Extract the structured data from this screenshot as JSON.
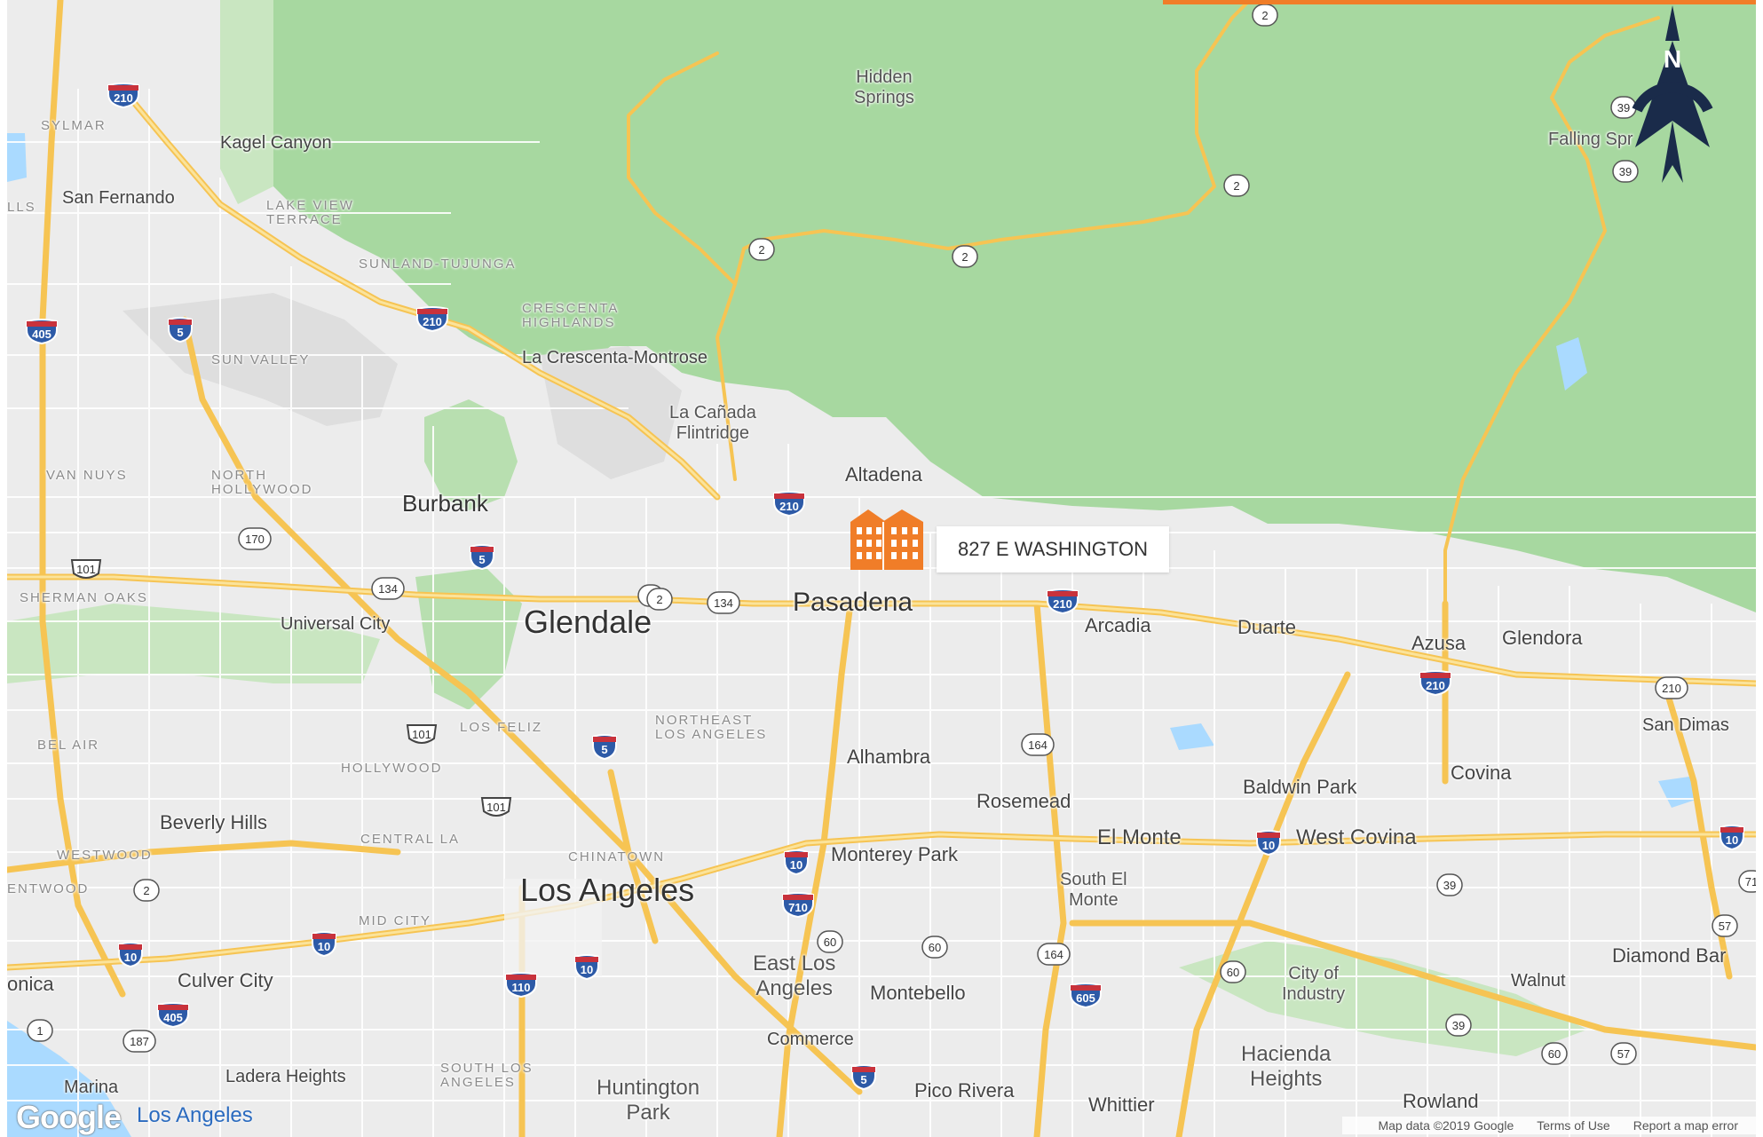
{
  "map": {
    "marker": {
      "label": "827 E WASHINGTON",
      "icon": "building-marker-icon",
      "color": "#f07d28"
    },
    "compass": {
      "letter": "N",
      "icon": "north-arrow-icon",
      "color": "#1a2b4a"
    },
    "attribution": {
      "logo": "Google",
      "map_data": "Map data ©2019 Google",
      "terms": "Terms of Use",
      "report": "Report a map error"
    },
    "colors": {
      "terrain": "#a7d8a0",
      "road": "#f9d46b",
      "base": "#ececec",
      "water": "#aadaff",
      "accent": "#f07d28"
    },
    "cities": [
      {
        "name": "Pasadena"
      },
      {
        "name": "Glendale"
      },
      {
        "name": "Los Angeles"
      },
      {
        "name": "Burbank"
      },
      {
        "name": "Altadena"
      },
      {
        "name": "Arcadia"
      },
      {
        "name": "Duarte"
      },
      {
        "name": "Azusa"
      },
      {
        "name": "Glendora"
      },
      {
        "name": "San Dimas"
      },
      {
        "name": "Covina"
      },
      {
        "name": "Baldwin Park"
      },
      {
        "name": "West Covina"
      },
      {
        "name": "El Monte"
      },
      {
        "name": "Rosemead"
      },
      {
        "name": "Alhambra"
      },
      {
        "name": "Monterey Park"
      },
      {
        "name": "Montebello"
      },
      {
        "name": "Commerce"
      },
      {
        "name": "Pico Rivera"
      },
      {
        "name": "Whittier"
      },
      {
        "name": "Rowland"
      },
      {
        "name": "Diamond Bar"
      },
      {
        "name": "Walnut"
      },
      {
        "name": "Beverly Hills"
      },
      {
        "name": "Culver City"
      },
      {
        "name": "Universal City"
      },
      {
        "name": "San Fernando"
      },
      {
        "name": "Kagel Canyon"
      },
      {
        "name": "La Crescenta-Montrose"
      },
      {
        "name": "Ladera Heights"
      },
      {
        "name": "onica"
      },
      {
        "name": "Marina"
      }
    ],
    "multiline_places": [
      {
        "name": "Hidden\nSprings"
      },
      {
        "name": "La Cañada\nFlintridge"
      },
      {
        "name": "South El\nMonte"
      },
      {
        "name": "East Los\nAngeles"
      },
      {
        "name": "City of\nIndustry"
      },
      {
        "name": "Hacienda\nHeights"
      },
      {
        "name": "Huntington\nPark"
      },
      {
        "name": "Falling Spr"
      }
    ],
    "neighborhoods": [
      {
        "name": "SYLMAR"
      },
      {
        "name": "LAKE VIEW\nTERRACE"
      },
      {
        "name": "SUNLAND-TUJUNGA"
      },
      {
        "name": "CRESCENTA\nHIGHLANDS"
      },
      {
        "name": "SUN VALLEY"
      },
      {
        "name": "VAN NUYS"
      },
      {
        "name": "NORTH\nHOLLYWOOD"
      },
      {
        "name": "SHERMAN OAKS"
      },
      {
        "name": "BEL AIR"
      },
      {
        "name": "HOLLYWOOD"
      },
      {
        "name": "LOS FELIZ"
      },
      {
        "name": "NORTHEAST\nLOS ANGELES"
      },
      {
        "name": "CENTRAL LA"
      },
      {
        "name": "CHINATOWN"
      },
      {
        "name": "WESTWOOD"
      },
      {
        "name": "ENTWOOD"
      },
      {
        "name": "MID CITY"
      },
      {
        "name": "SOUTH LOS\nANGELES"
      },
      {
        "name": "LLS"
      }
    ],
    "airport": "Los Angeles",
    "shields": [
      {
        "num": "210",
        "type": "interstate"
      },
      {
        "num": "405",
        "type": "interstate"
      },
      {
        "num": "5",
        "type": "interstate"
      },
      {
        "num": "210",
        "type": "interstate"
      },
      {
        "num": "210",
        "type": "interstate"
      },
      {
        "num": "5",
        "type": "interstate"
      },
      {
        "num": "210",
        "type": "interstate"
      },
      {
        "num": "210",
        "type": "interstate"
      },
      {
        "num": "5",
        "type": "interstate"
      },
      {
        "num": "10",
        "type": "interstate"
      },
      {
        "num": "710",
        "type": "interstate"
      },
      {
        "num": "10",
        "type": "interstate"
      },
      {
        "num": "10",
        "type": "interstate"
      },
      {
        "num": "110",
        "type": "interstate"
      },
      {
        "num": "10",
        "type": "interstate"
      },
      {
        "num": "405",
        "type": "interstate"
      },
      {
        "num": "605",
        "type": "interstate"
      },
      {
        "num": "5",
        "type": "interstate"
      },
      {
        "num": "10",
        "type": "interstate"
      },
      {
        "num": "10",
        "type": "interstate"
      },
      {
        "num": "101",
        "type": "us"
      },
      {
        "num": "101",
        "type": "us"
      },
      {
        "num": "101",
        "type": "us"
      },
      {
        "num": "2",
        "type": "state"
      },
      {
        "num": "2",
        "type": "state"
      },
      {
        "num": "2",
        "type": "state"
      },
      {
        "num": "2",
        "type": "state"
      },
      {
        "num": "2",
        "type": "state"
      },
      {
        "num": "2",
        "type": "state"
      },
      {
        "num": "39",
        "type": "state"
      },
      {
        "num": "39",
        "type": "state"
      },
      {
        "num": "170",
        "type": "state"
      },
      {
        "num": "134",
        "type": "state"
      },
      {
        "num": "134",
        "type": "state"
      },
      {
        "num": "164",
        "type": "state"
      },
      {
        "num": "164",
        "type": "state"
      },
      {
        "num": "60",
        "type": "state"
      },
      {
        "num": "60",
        "type": "state"
      },
      {
        "num": "60",
        "type": "state"
      },
      {
        "num": "60",
        "type": "state"
      },
      {
        "num": "39",
        "type": "state"
      },
      {
        "num": "39",
        "type": "state"
      },
      {
        "num": "57",
        "type": "state"
      },
      {
        "num": "57",
        "type": "state"
      },
      {
        "num": "210",
        "type": "state"
      },
      {
        "num": "187",
        "type": "state"
      },
      {
        "num": "1",
        "type": "state"
      },
      {
        "num": "2",
        "type": "state"
      },
      {
        "num": "71",
        "type": "state"
      }
    ]
  }
}
